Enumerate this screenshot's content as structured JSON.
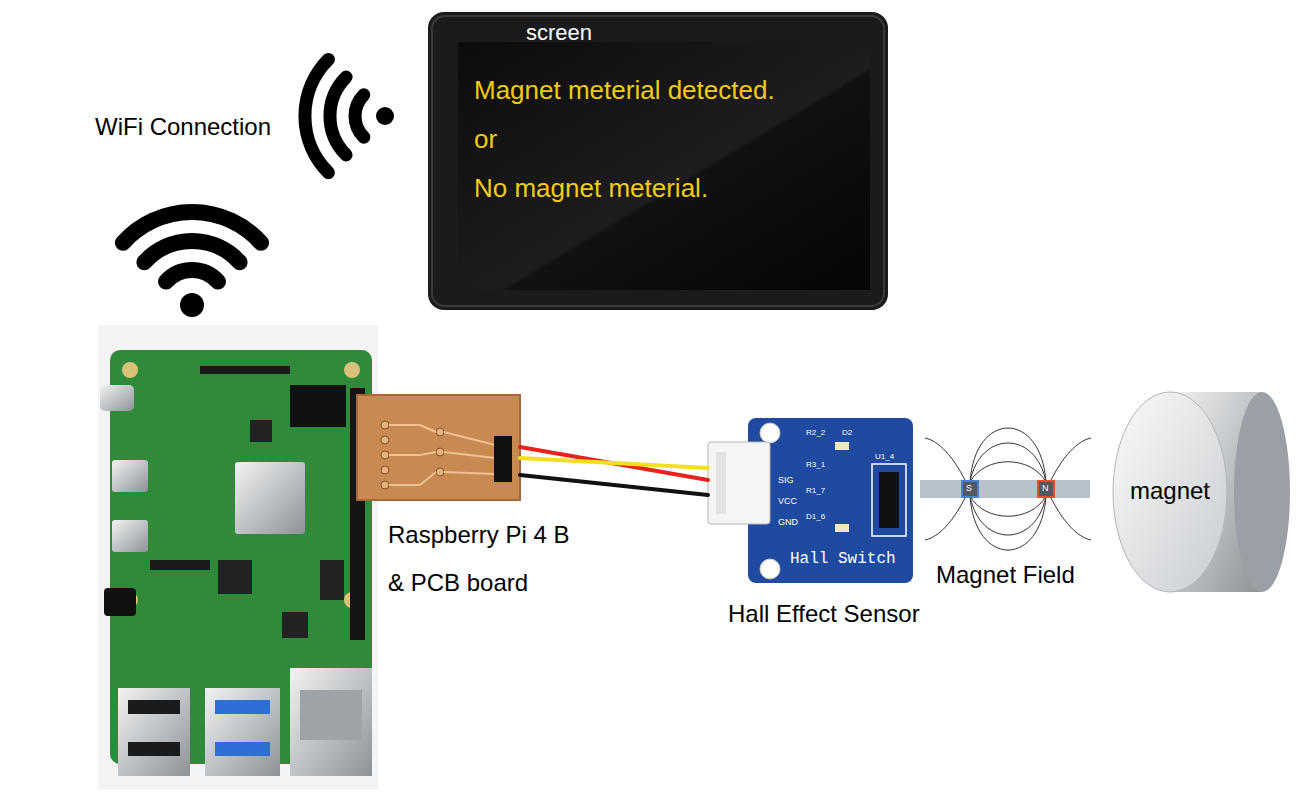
{
  "diagram": {
    "nodes": [
      {
        "text": [
          "screen",
          "Magnet meterial detected.",
          "or",
          "No magnet meterial."
        ]
      },
      {
        "text": [
          "Raspberry Pi 4 B & PCB board"
        ]
      },
      {
        "text": [
          "Hall Effect Sensor"
        ]
      },
      {
        "text": [
          "magnet"
        ]
      }
    ],
    "edges": [
      {
        "from": 1,
        "to": 2,
        "arrow": "none"
      }
    ],
    "labels": [
      "WiFi Connection",
      "Hall Switch",
      "SIG",
      "VCC",
      "GND",
      "R2_2",
      "D2",
      "R3_1",
      "R1_7",
      "D1_6",
      "U1_4",
      "S",
      "N",
      "Magnet Field"
    ]
  }
}
